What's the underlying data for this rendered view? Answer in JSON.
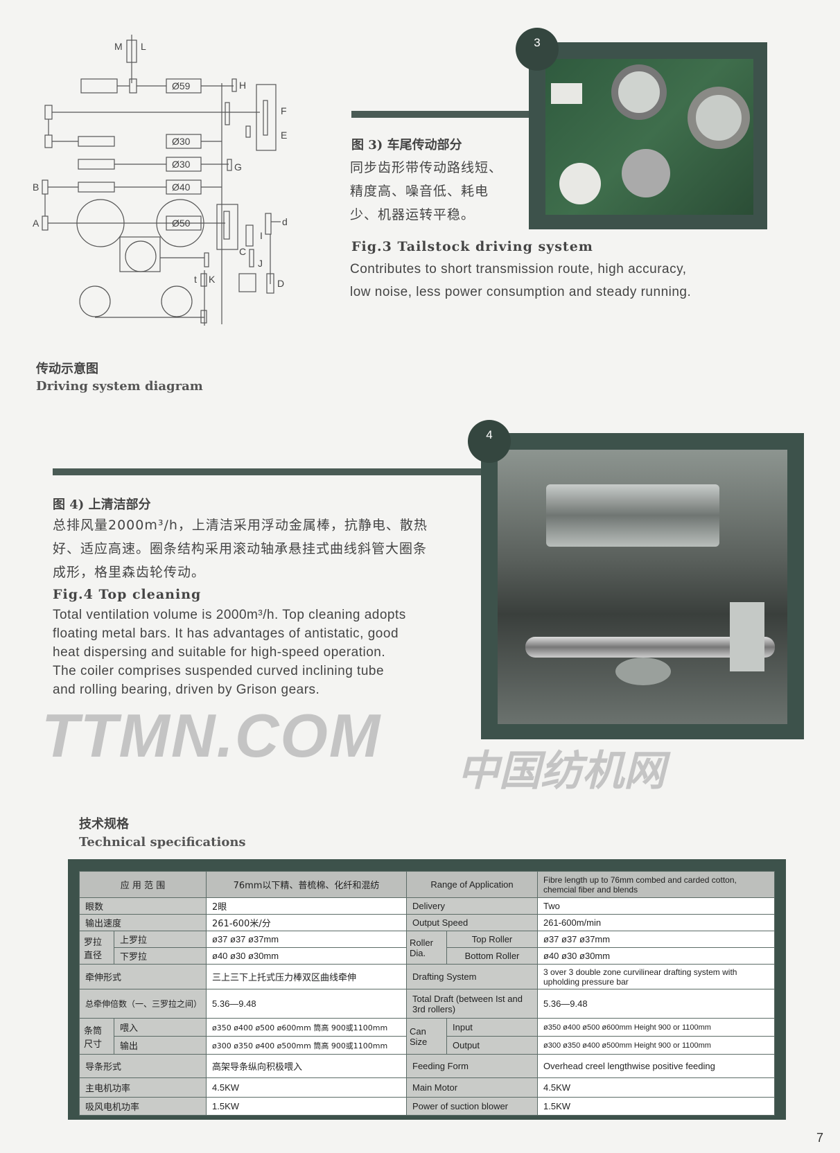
{
  "diagram": {
    "labels": {
      "M": "M",
      "L": "L",
      "H": "H",
      "F": "F",
      "E": "E",
      "G": "G",
      "B": "B",
      "A": "A",
      "d": "d",
      "I": "I",
      "C": "C",
      "J": "J",
      "t": "t",
      "K": "K",
      "D": "D"
    },
    "dims": [
      "Ø59",
      "Ø30",
      "Ø30",
      "Ø40",
      "Ø50"
    ],
    "caption_cn": "传动示意图",
    "caption_en": "Driving system diagram"
  },
  "fig3": {
    "badge": "3",
    "title_cn": "图 3) 车尾传动部分",
    "body_cn": [
      "同步齿形带传动路线短、",
      "精度高、噪音低、耗电",
      "少、机器运转平稳。"
    ],
    "title_en": "Fig.3   Tailstock driving system",
    "body_en": [
      "Contributes to short transmission route, high accuracy,",
      "low noise, less power consumption and steady running."
    ]
  },
  "fig4": {
    "badge": "4",
    "title_cn": "图 4) 上清洁部分",
    "body_cn": [
      "总排风量2000m³/h，上清洁采用浮动金属棒，抗静电、散热",
      "好、适应高速。圈条结构采用滚动轴承悬挂式曲线斜管大圈条",
      "成形，格里森齿轮传动。"
    ],
    "title_en": "Fig.4  Top cleaning",
    "body_en": [
      "Total ventilation volume is 2000m³/h. Top cleaning adopts",
      "floating metal bars. It has advantages of antistatic, good",
      "heat dispersing and suitable for high-speed operation.",
      "The coiler comprises suspended curved inclining tube",
      "and rolling bearing, driven by Grison gears."
    ]
  },
  "watermark": {
    "line1": "TTMN.COM",
    "line2": "中国纺机网"
  },
  "specs": {
    "title_cn": "技术规格",
    "title_en": "Technical specifications",
    "header": [
      "应 用 范 围",
      "76mm以下精、普梳棉、化纤和混纺",
      "Range of Application",
      "Fibre length up to 76mm combed and carded cotton, chemcial fiber and blends"
    ],
    "rows": {
      "delivery": [
        "眼数",
        "2眼",
        "Delivery",
        "Two"
      ],
      "speed": [
        "输出速度",
        "261-600米/分",
        "Output Speed",
        "261-600m/min"
      ],
      "roller": {
        "group_cn": "罗拉直径",
        "group_en": "Roller Dia.",
        "top": [
          "上罗拉",
          "ø37 ø37 ø37mm",
          "Top Roller",
          "ø37 ø37 ø37mm"
        ],
        "bottom": [
          "下罗拉",
          "ø40 ø30 ø30mm",
          "Bottom Roller",
          "ø40 ø30 ø30mm"
        ]
      },
      "drafting": [
        "牵伸形式",
        "三上三下上托式压力棒双区曲线牵伸",
        "Drafting System",
        "3 over 3 double zone curvilinear drafting system with upholding pressure bar"
      ],
      "draft": [
        "总牵伸倍数（一、三罗拉之间）",
        "5.36—9.48",
        "Total Draft (between Ist and 3rd rollers)",
        "5.36—9.48"
      ],
      "can": {
        "group_cn": "条筒尺寸",
        "group_en": "Can Size",
        "input": [
          "喂入",
          "ø350 ø400 ø500 ø600mm 筒高 900或1100mm",
          "Input",
          "ø350 ø400 ø500 ø600mm Height 900 or 1100mm"
        ],
        "output": [
          "输出",
          "ø300 ø350 ø400 ø500mm 筒高 900或1100mm",
          "Output",
          "ø300 ø350 ø400 ø500mm Height 900 or 1100mm"
        ]
      },
      "feeding": [
        "导条形式",
        "高架导条纵向积极喂入",
        "Feeding Form",
        "Overhead creel lengthwise positive feeding"
      ],
      "motor": [
        "主电机功率",
        "4.5KW",
        "Main Motor",
        "4.5KW"
      ],
      "blower": [
        "吸风电机功率",
        "1.5KW",
        "Power of suction blower",
        "1.5KW"
      ]
    }
  },
  "page_number": "7"
}
